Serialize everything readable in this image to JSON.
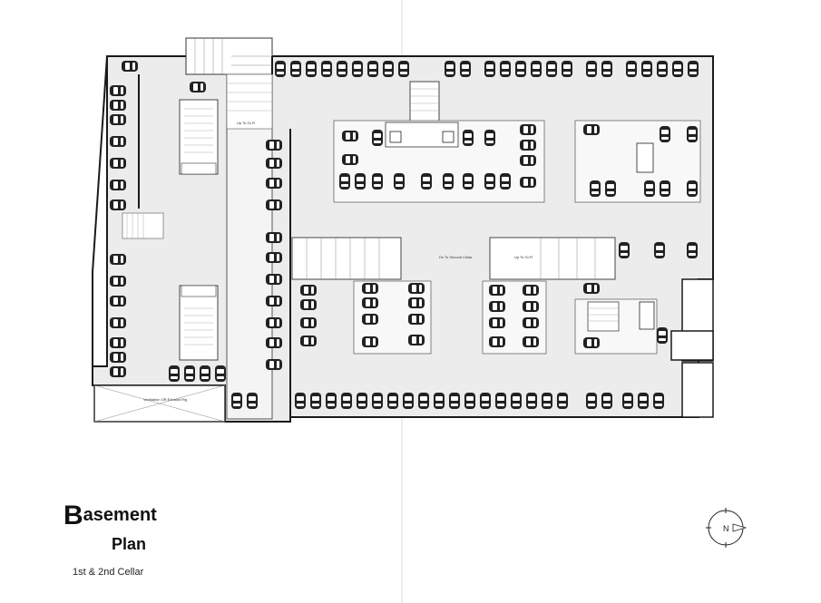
{
  "title": {
    "line1": "Basement",
    "line2": "Plan",
    "subtitle": "1st & 2nd Cellar"
  },
  "compass_label": "N",
  "ramp_labels": {
    "up_left": "Up To Gr.Fl",
    "down_second": "Dn To Second Cellar",
    "up_center": "Up To Gr.Fl",
    "bottom_left": "Ventilation OR Exhaust Rig"
  },
  "colors": {
    "floor": "#ececec",
    "wall": "#1a1a1a",
    "car": "#222222"
  }
}
